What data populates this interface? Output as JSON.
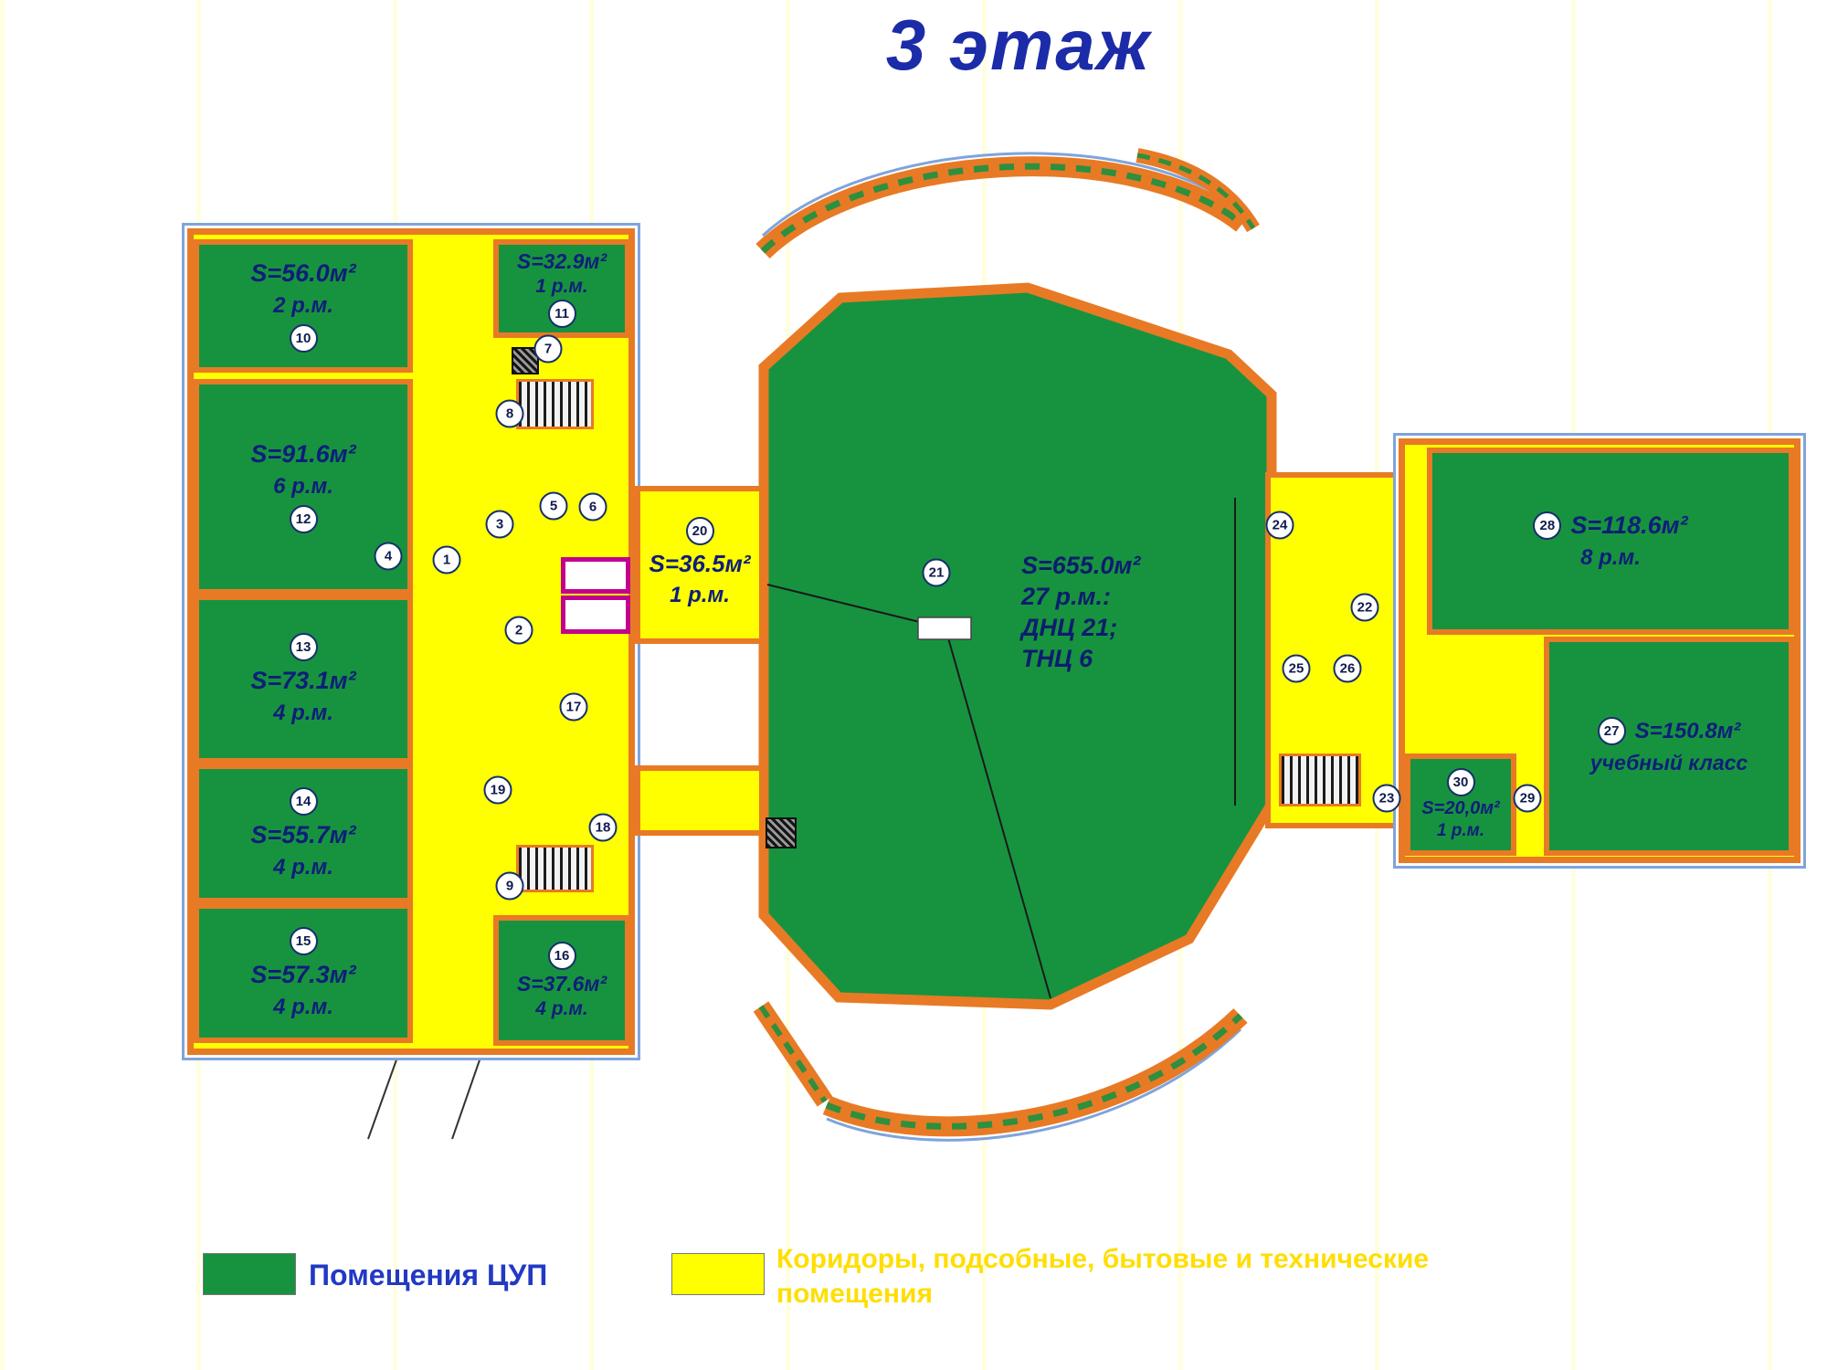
{
  "title": "3 этаж",
  "rooms": {
    "r10": {
      "num": "10",
      "area": "S=56.0м²",
      "cap": "2 р.м."
    },
    "r11": {
      "num": "11",
      "area": "S=32.9м²",
      "cap": "1 р.м."
    },
    "r12": {
      "num": "12",
      "area": "S=91.6м²",
      "cap": "6 р.м."
    },
    "r13": {
      "num": "13",
      "area": "S=73.1м²",
      "cap": "4 р.м."
    },
    "r14": {
      "num": "14",
      "area": "S=55.7м²",
      "cap": "4 р.м."
    },
    "r15": {
      "num": "15",
      "area": "S=57.3м²",
      "cap": "4 р.м."
    },
    "r16": {
      "num": "16",
      "area": "S=37.6м²",
      "cap": "4 р.м."
    },
    "r20": {
      "num": "20",
      "area": "S=36.5м²",
      "cap": "1 р.м."
    },
    "r27": {
      "num": "27",
      "area": "S=150.8м²",
      "cap": "учебный класс"
    },
    "r28": {
      "num": "28",
      "area": "S=118.6м²",
      "cap": "8 р.м."
    },
    "r30": {
      "num": "30",
      "area": "S=20,0м²",
      "cap": "1 р.м."
    }
  },
  "hall": {
    "num": "21",
    "area": "S=655.0м²",
    "line2": "27 р.м.:",
    "line3": "ДНЦ 21;",
    "line4": "ТНЦ 6"
  },
  "markers": {
    "m1": "1",
    "m2": "2",
    "m3": "3",
    "m4": "4",
    "m5": "5",
    "m6": "6",
    "m7": "7",
    "m8": "8",
    "m9": "9",
    "m17": "17",
    "m18": "18",
    "m19": "19",
    "m22": "22",
    "m23": "23",
    "m24": "24",
    "m25": "25",
    "m26": "26",
    "m29": "29"
  },
  "legend": {
    "cup_label": "Помещения ЦУП",
    "corridor_label": "Коридоры, подсобные, бытовые и технические помещения"
  },
  "colors": {
    "room_green": "#17933F",
    "corridor_yellow": "#FFFF00",
    "wall_orange": "#E87A25",
    "title_blue": "#1C2BA8",
    "lift_magenta": "#C2008F",
    "legend_text_blue": "#2239C4",
    "legend_text_yellow": "#FFDE00"
  }
}
